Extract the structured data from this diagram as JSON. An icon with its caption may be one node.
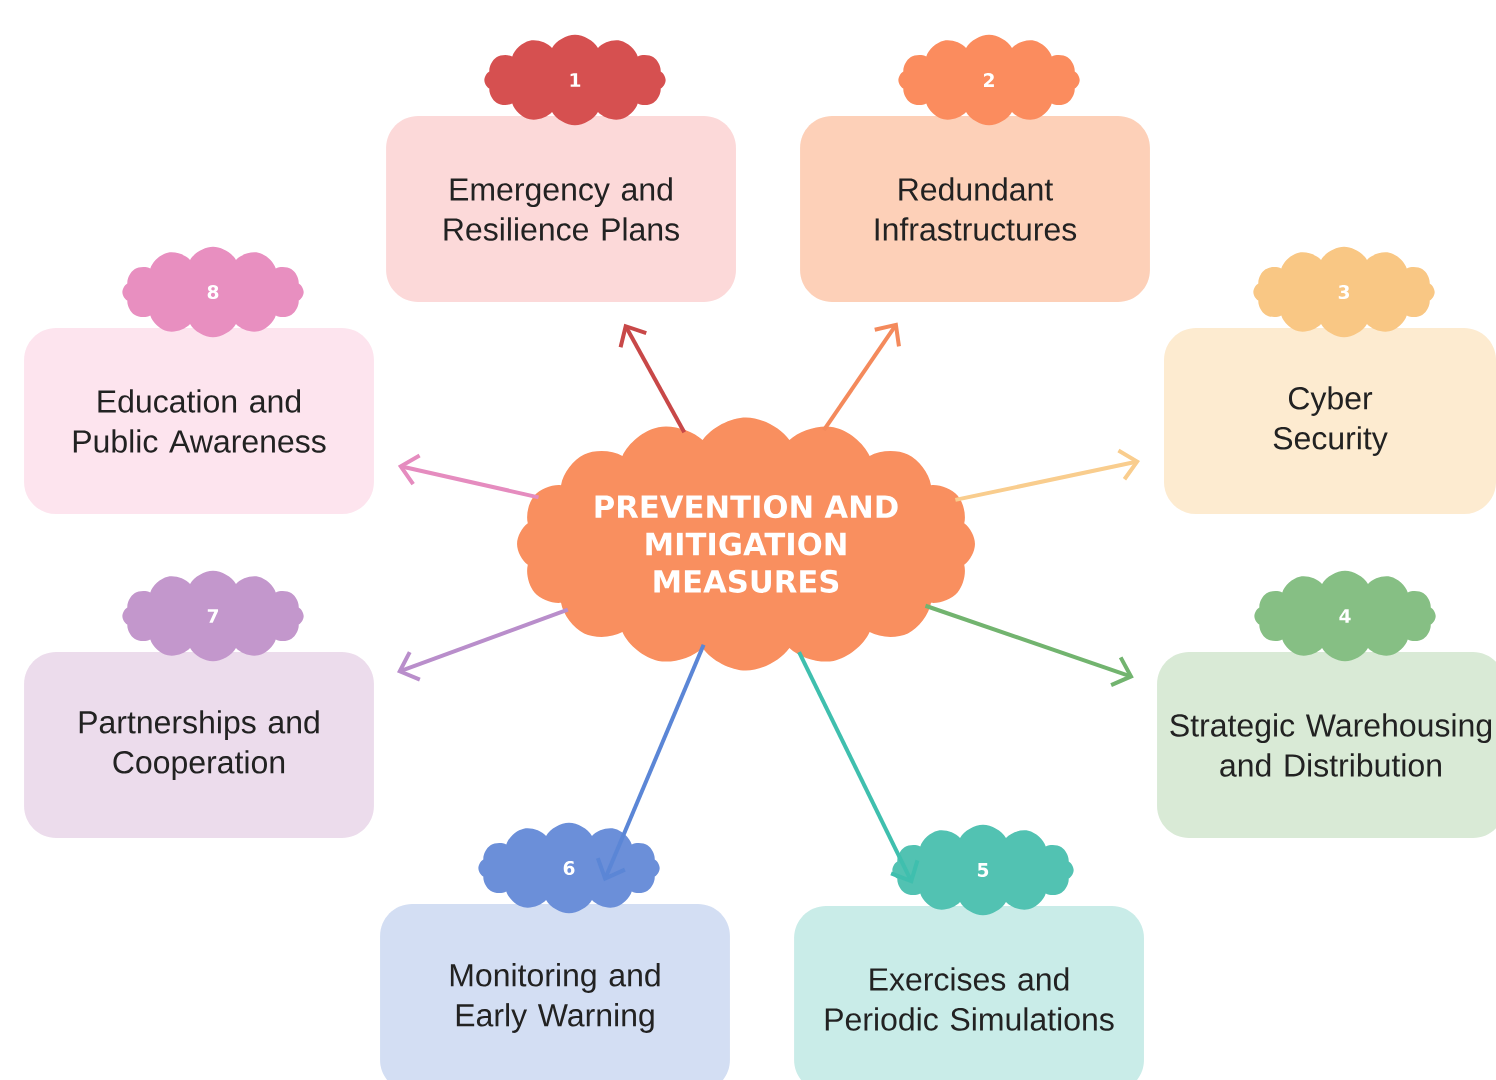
{
  "diagram": {
    "nodes": [
      {
        "text": [
          "PREVENTION AND MITIGATION MEASURES"
        ]
      },
      {
        "text": [
          "1",
          "Emergency and Resilience Plans"
        ]
      },
      {
        "text": [
          "2",
          "Redundant Infrastructures"
        ]
      },
      {
        "text": [
          "3",
          "Cyber Security"
        ]
      },
      {
        "text": [
          "4",
          "Strategic Warehousing and Distribution"
        ]
      },
      {
        "text": [
          "5",
          "Exercises and Periodic Simulations"
        ]
      },
      {
        "text": [
          "6",
          "Monitoring and Early Warning"
        ]
      },
      {
        "text": [
          "7",
          "Partnerships and Cooperation"
        ]
      },
      {
        "text": [
          "8",
          "Education and Public Awareness"
        ]
      }
    ],
    "edges": [
      {
        "from": 0,
        "to": 1,
        "arrow": "to",
        "color": "#c84848"
      },
      {
        "from": 0,
        "to": 2,
        "arrow": "to",
        "color": "#f48a5c"
      },
      {
        "from": 0,
        "to": 3,
        "arrow": "to",
        "color": "#f9cd8e"
      },
      {
        "from": 0,
        "to": 4,
        "arrow": "to",
        "color": "#72b46f"
      },
      {
        "from": 0,
        "to": 5,
        "arrow": "to",
        "color": "#3fbfae"
      },
      {
        "from": 0,
        "to": 6,
        "arrow": "to",
        "color": "#5b86d6"
      },
      {
        "from": 0,
        "to": 7,
        "arrow": "to",
        "color": "#b98ecb"
      },
      {
        "from": 0,
        "to": 8,
        "arrow": "to",
        "color": "#e58cbf"
      }
    ]
  }
}
